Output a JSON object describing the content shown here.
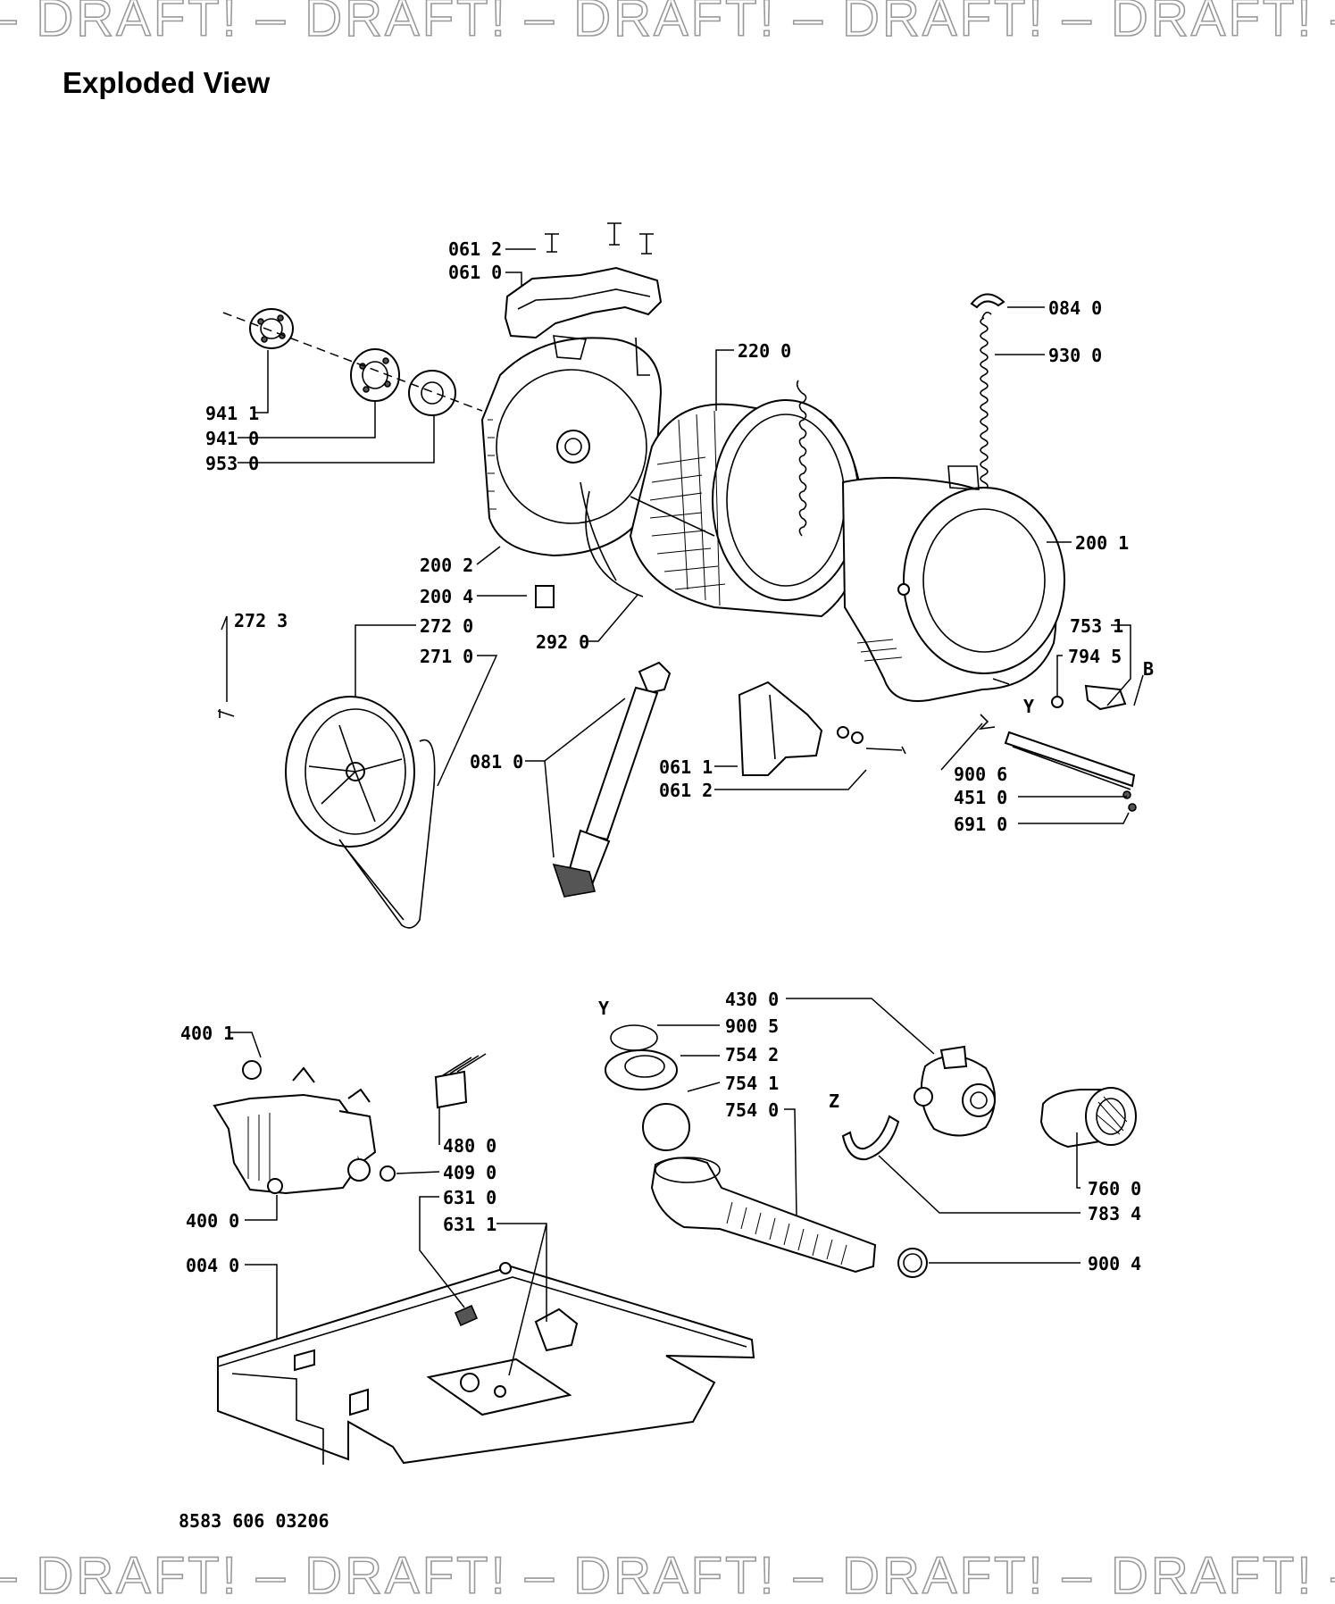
{
  "watermark": "– DRAFT! – DRAFT! – DRAFT! – DRAFT! – DRAFT! – DRAFT! –",
  "title": "Exploded View",
  "drawing_number": "8583 606 03206",
  "callouts": {
    "c0612a": "061 2",
    "c0610": "061 0",
    "c0840": "084 0",
    "c9300": "930 0",
    "c2200": "220 0",
    "c9411": "941 1",
    "c9410": "941 0",
    "c9530": "953 0",
    "c2002": "200 2",
    "c2004": "200 4",
    "c2001": "200 1",
    "c2723": "272 3",
    "c2720": "272 0",
    "c2710": "271 0",
    "c2920": "292 0",
    "c7531": "753 1",
    "c7945": "794 5",
    "cB": "B",
    "cY": "Y",
    "c0810": "081 0",
    "c0611": "061 1",
    "c0612b": "061 2",
    "c9006": "900 6",
    "c4510": "451 0",
    "c6910": "691 0",
    "c4300": "430 0",
    "cY2": "Y",
    "c9005": "900 5",
    "c7542": "754 2",
    "c7541": "754 1",
    "c7540": "754 0",
    "cZ": "Z",
    "c7600": "760 0",
    "c7834": "783 4",
    "c9004": "900 4",
    "c4001": "400 1",
    "c4800": "480 0",
    "c4090": "409 0",
    "c6310": "631 0",
    "c6311": "631 1",
    "c4000": "400 0",
    "c0040": "004 0"
  }
}
